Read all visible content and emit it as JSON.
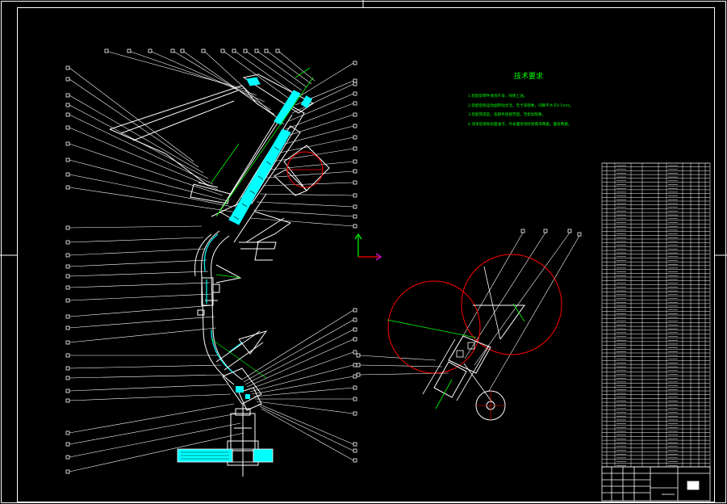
{
  "colors": {
    "background": "#000000",
    "frame": "#ffffff",
    "leader": "#ffffff",
    "note_text": "#00ff00",
    "highlight": "#00ffff",
    "swing_circle": "#ff0000",
    "axis": "#00ff00",
    "axis_x": "#ff0000",
    "axis_y": "#0000ff"
  },
  "technical_requirements": {
    "title": "技术要求",
    "lines": [
      "1.装配前零件清洗干净，除锈上油。",
      "2.装配后各运动副转动灵活，无卡滞现象，间隙不大于0.1mm。",
      "3.装配完成后，各部件连接牢固，无松动现象。",
      "4.涂漆前清除表面油污，外表面喷涂防锈底漆两遍，面漆两遍。"
    ]
  },
  "drawing_type": "assembly drawing",
  "parts_list": "balloon-numbered parts list (text illegible at this scale)",
  "title_block": "title block (text illegible at this scale)"
}
